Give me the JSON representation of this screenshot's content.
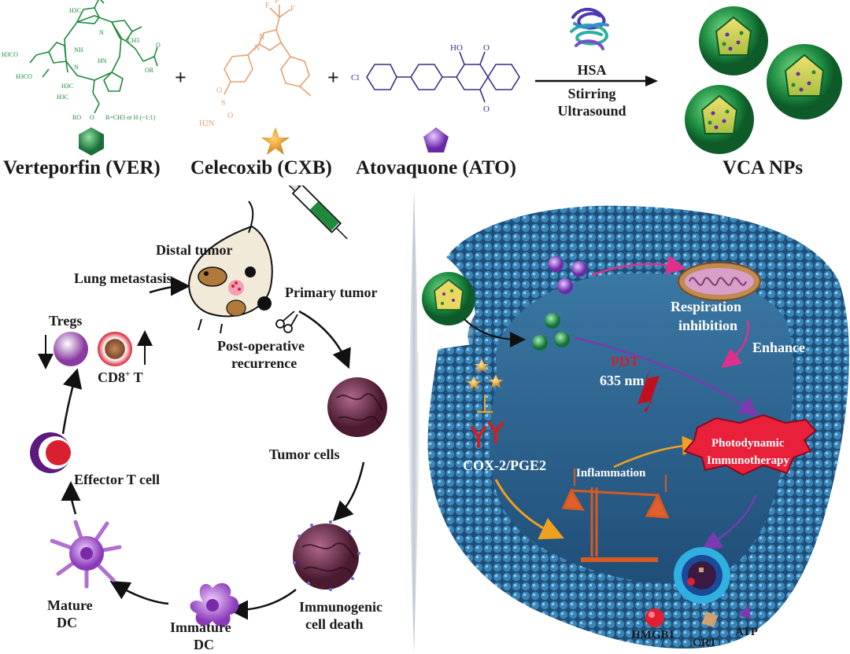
{
  "top": {
    "compounds": [
      {
        "label": "Verteporfin (VER)",
        "substituent": "R=CH3 or H (~1:1)",
        "atoms": [
          "H3CO",
          "H3CO",
          "NH",
          "N",
          "HN",
          "N",
          "H3C",
          "H3C",
          "CH3",
          "RO",
          "O",
          "OR",
          "O",
          "H3C"
        ]
      },
      {
        "label": "Celecoxib (CXB)",
        "atoms": [
          "F",
          "F",
          "F",
          "N",
          "N",
          "O",
          "S",
          "O",
          "H2N"
        ]
      },
      {
        "label": "Atovaquone (ATO)",
        "atoms": [
          "Cl",
          "HO",
          "O",
          "O"
        ]
      }
    ],
    "plus": "+",
    "conditions": [
      "HSA",
      "Stirring",
      "Ultrasound"
    ],
    "product": "VCA NPs"
  },
  "cycle": {
    "distal_tumor": "Distal tumor",
    "lung_metastasis": "Lung metastasis",
    "primary_tumor": "Primary tumor",
    "post_op_1": "Post-operative",
    "post_op_2": "recurrence",
    "tregs": "Tregs",
    "cd8": "CD8",
    "cd8_sup": "+",
    "cd8_suffix": " T",
    "tumor_cells": "Tumor cells",
    "effector_t": "Effector T cell",
    "icd_1": "Immunogenic",
    "icd_2": "cell death",
    "mature_1": "Mature",
    "mature_2": "DC",
    "immature_1": "Immature",
    "immature_2": "DC"
  },
  "cell": {
    "respiration_1": "Respiration",
    "respiration_2": "inhibition",
    "enhance": "Enhance",
    "pdt": "PDT",
    "wavelength": "635 nm",
    "cox": "COX-2/PGE2",
    "inflammation": "Inflammation",
    "pdi_1": "Photodynamic",
    "pdi_2": "Immunotherapy",
    "hmgb1": "HMGB1",
    "crt": "CRT",
    "atp": "ATP"
  },
  "colors": {
    "ver": "#1e8a3c",
    "cxb": "#e8a070",
    "ato": "#3a2a8a",
    "cell": "#2f6f9a",
    "burst": "#e8203a",
    "arrow_orange": "#f0a020",
    "arrow_magenta": "#e0308a",
    "arrow_purple": "#7a3ab0"
  }
}
